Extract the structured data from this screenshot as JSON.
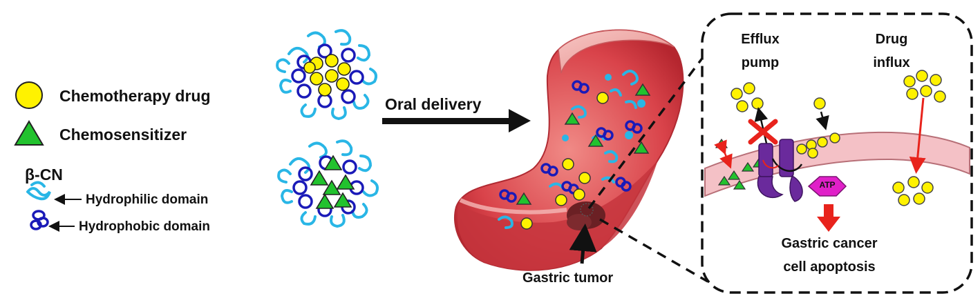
{
  "legend": {
    "drug_label": "Chemotherapy drug",
    "sensitizer_label": "Chemosensitizer",
    "bcn_label": "β-CN",
    "hydrophilic_label": "Hydrophilic domain",
    "hydrophobic_label": "Hydrophobic domain"
  },
  "delivery": {
    "route_label": "Oral delivery"
  },
  "stomach": {
    "tumor_label": "Gastric tumor"
  },
  "cell_inset": {
    "efflux_line1": "Efflux",
    "efflux_line2": "pump",
    "influx_line1": "Drug",
    "influx_line2": "influx",
    "atp_label": "ATP",
    "outcome_line1": "Gastric cancer",
    "outcome_line2": "cell apoptosis"
  },
  "colors": {
    "drug_yellow": "#fff200",
    "sensitizer_green": "#22c22e",
    "hydrophilic_cyan": "#29b6e6",
    "hydrophobic_blue": "#1a1ab8",
    "stomach_red": "#d9434a",
    "membrane_pink": "#f4c1c6",
    "pump_purple": "#6a2a9c",
    "atp_magenta": "#e020c8",
    "arrow_red": "#e8231c"
  }
}
